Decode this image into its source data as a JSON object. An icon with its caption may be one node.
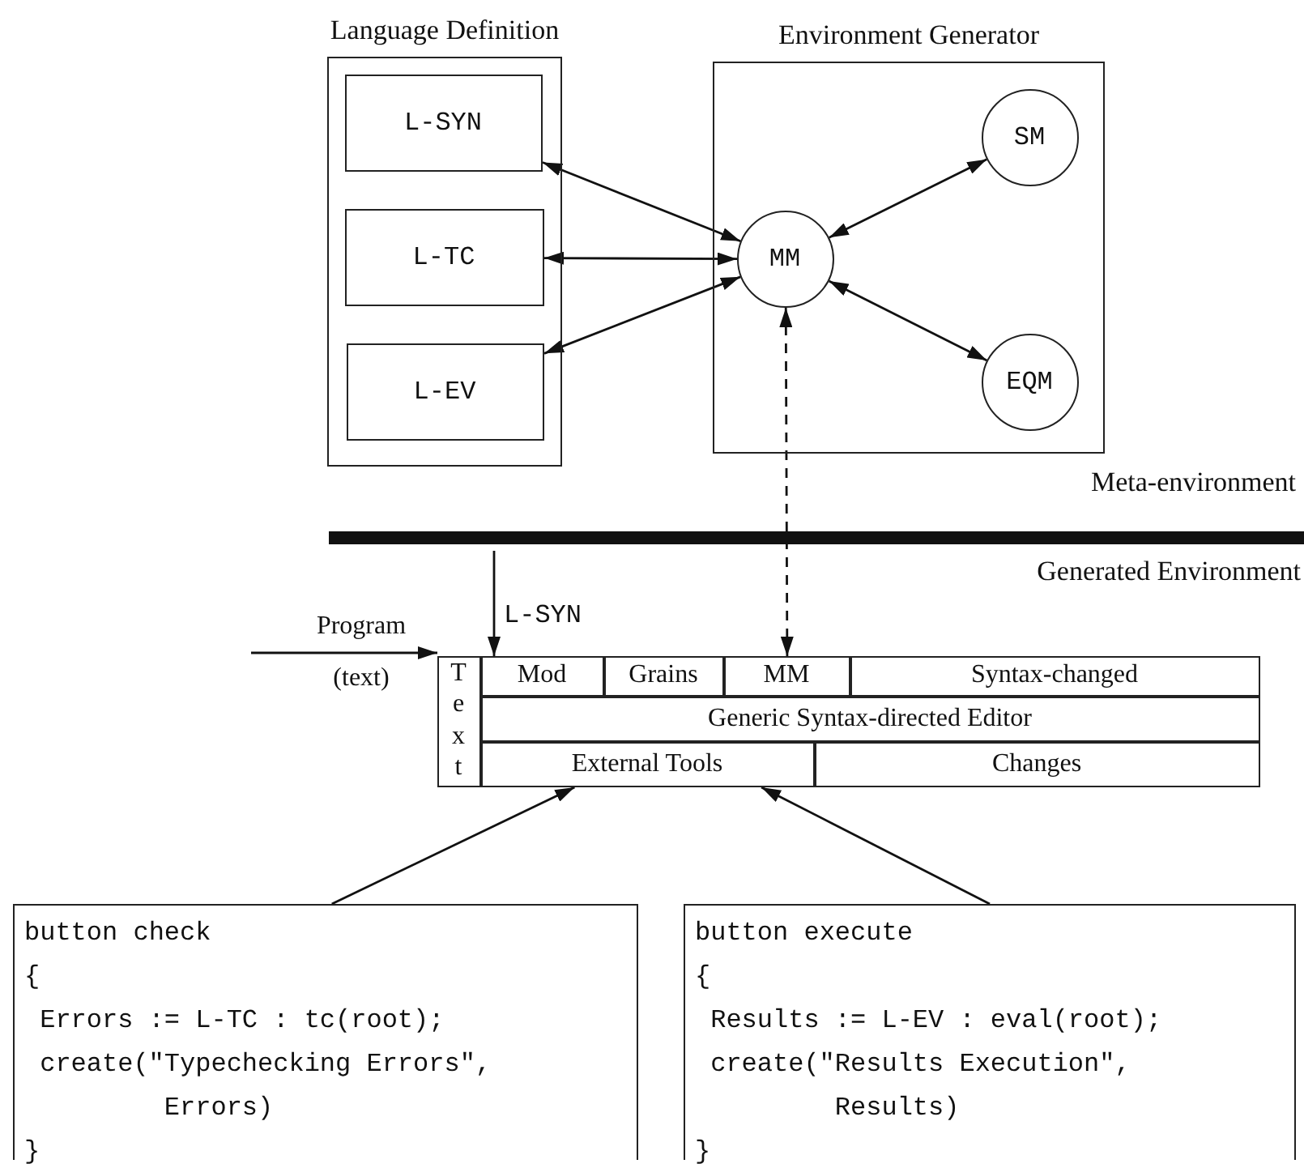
{
  "diagram": {
    "nodes": [
      {
        "text": [
          "Language Definition"
        ]
      },
      {
        "text": [
          "L-SYN"
        ],
        "in": 0
      },
      {
        "text": [
          "L-TC"
        ],
        "in": 0
      },
      {
        "text": [
          "L-EV"
        ],
        "in": 0
      },
      {
        "text": [
          "Environment Generator"
        ]
      },
      {
        "text": [
          "MM"
        ],
        "in": 4
      },
      {
        "text": [
          "SM"
        ],
        "in": 4
      },
      {
        "text": [
          "EQM"
        ],
        "in": 4
      },
      {
        "text": [],
        "shape": "box"
      },
      {
        "text": [
          "Text"
        ],
        "in": 8
      },
      {
        "text": [
          "Mod"
        ],
        "in": 8
      },
      {
        "text": [
          "Grains"
        ],
        "in": 8
      },
      {
        "text": [
          "MM"
        ],
        "in": 8
      },
      {
        "text": [
          "Syntax-changed"
        ],
        "in": 8
      },
      {
        "text": [
          "Generic Syntax-directed Editor"
        ],
        "in": 8
      },
      {
        "text": [
          "External Tools"
        ],
        "in": 8
      },
      {
        "text": [
          "Changes"
        ],
        "in": 8
      },
      {
        "text": [
          "button check",
          "{",
          "Errors := L-TC : tc(root);",
          "create(\"Typechecking Errors\", Errors)",
          "}"
        ]
      },
      {
        "text": [
          "button execute",
          "{",
          "Results := L-EV : eval(root);",
          "create(\"Results Execution\", Results)",
          "}"
        ]
      }
    ],
    "edges": [
      {
        "from": 1,
        "to": 5,
        "arrow": "both"
      },
      {
        "from": 2,
        "to": 5,
        "arrow": "both"
      },
      {
        "from": 3,
        "to": 5,
        "arrow": "both"
      },
      {
        "from": 5,
        "to": 6,
        "arrow": "both"
      },
      {
        "from": 5,
        "to": 7,
        "arrow": "both"
      },
      {
        "from": 12,
        "to": 5,
        "arrow": "both",
        "style": "dashed"
      },
      {
        "from": null,
        "to": 10,
        "arrow": "to",
        "label": "L-SYN"
      },
      {
        "from": null,
        "to": 9,
        "arrow": "to",
        "label": "Program (text)"
      },
      {
        "from": 17,
        "to": 15,
        "arrow": "to"
      },
      {
        "from": 18,
        "to": 15,
        "arrow": "to"
      }
    ],
    "labels": [
      "Meta-environment",
      "Generated Environment"
    ]
  }
}
